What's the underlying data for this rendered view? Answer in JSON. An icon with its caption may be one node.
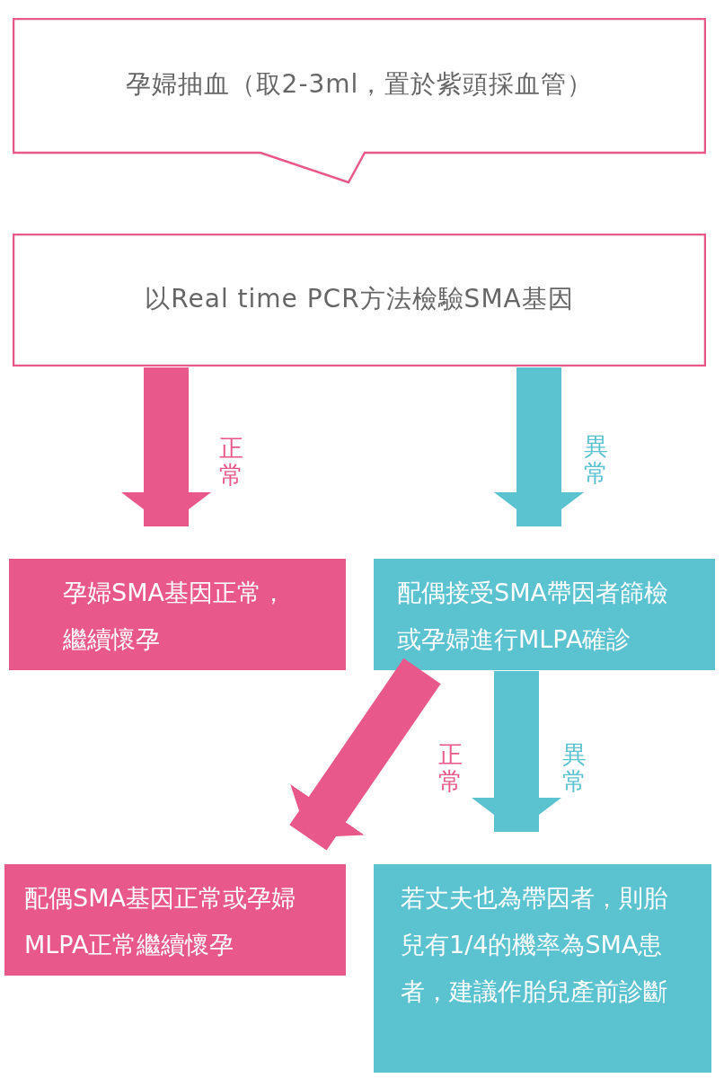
{
  "diagram": {
    "nodes": [
      {
        "text": [
          "孕婦抽血（取2-3ml，置於紫頭採血管）"
        ]
      },
      {
        "text": [
          "以Real time PCR方法檢驗SMA基因"
        ]
      },
      {
        "text": [
          "孕婦SMA基因正常，繼續懷孕"
        ]
      },
      {
        "text": [
          "配偶接受SMA帶因者篩檢或孕婦進行MLPA確診"
        ]
      },
      {
        "text": [
          "配偶SMA基因正常或孕婦MLPA正常繼續懷孕"
        ]
      },
      {
        "text": [
          "若丈夫也為帶因者，則胎兒有1/4的機率為SMA患者，建議作胎兒產前診斷"
        ]
      }
    ],
    "edges": [
      {
        "from": 1,
        "to": 2,
        "arrow": "to",
        "label": "正常",
        "color": "#e8588a"
      },
      {
        "from": 1,
        "to": 3,
        "arrow": "to",
        "label": "異常",
        "color": "#5bc2d0"
      },
      {
        "from": 3,
        "to": 4,
        "arrow": "to",
        "label": "正常",
        "color": "#e8588a"
      },
      {
        "from": 3,
        "to": 5,
        "arrow": "to",
        "label": "異常",
        "color": "#5bc2d0"
      }
    ]
  }
}
